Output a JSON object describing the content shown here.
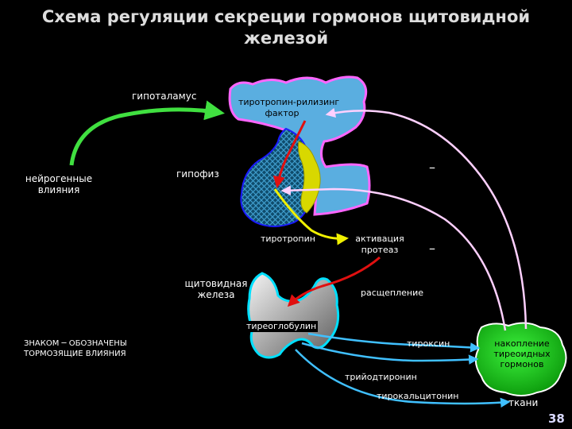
{
  "title_line1": "Схема регуляции секреции гормонов щитовидной",
  "title_line2": "железой",
  "labels": {
    "hypothalamus": "гипоталамус",
    "trh_line1": "тиротропин-рилизинг",
    "trh_line2": "фактор",
    "neurogenic_line1": "нейрогенные",
    "neurogenic_line2": "влияния",
    "pituitary": "гипофиз",
    "thyrotropin": "тиротропин",
    "activation_line1": "активация",
    "activation_line2": "протеаз",
    "thyroid_line1": "щитовидная",
    "thyroid_line2": "железа",
    "cleavage": "расщепление",
    "thyroglobulin": "тиреоглобулин",
    "thyroxine": "тироксин",
    "triiodothyronine": "трийодтиронин",
    "thyrocalcitonin": "тирокальцитонин",
    "accum_line1": "накопление",
    "accum_line2": "тиреоидных",
    "accum_line3": "гормонов",
    "tissues": "ткани",
    "legend_line1": "ЗНАКОМ ─  ОБОЗНАЧЕНЫ",
    "legend_line2": "ТОРМОЗЯЩИЕ  ВЛИЯНИЯ",
    "inhibit_mark": "–"
  },
  "slide_number": "38",
  "colors": {
    "hypothalamus_fill": "#5aaee0",
    "hypothalamus_outline": "#ff66ff",
    "gland_mesh": "#1d6e98",
    "yellow_lobe": "#d8d800",
    "green_blob": "#10c010",
    "thyroid_outline": "#00e0ff",
    "arrow_red": "#e01010",
    "arrow_green": "#40e040",
    "arrow_yellow": "#f0f000",
    "arrow_cyan": "#40c0ff",
    "arrow_pink": "#ffccff",
    "slide_number": "#d9d9ff"
  }
}
